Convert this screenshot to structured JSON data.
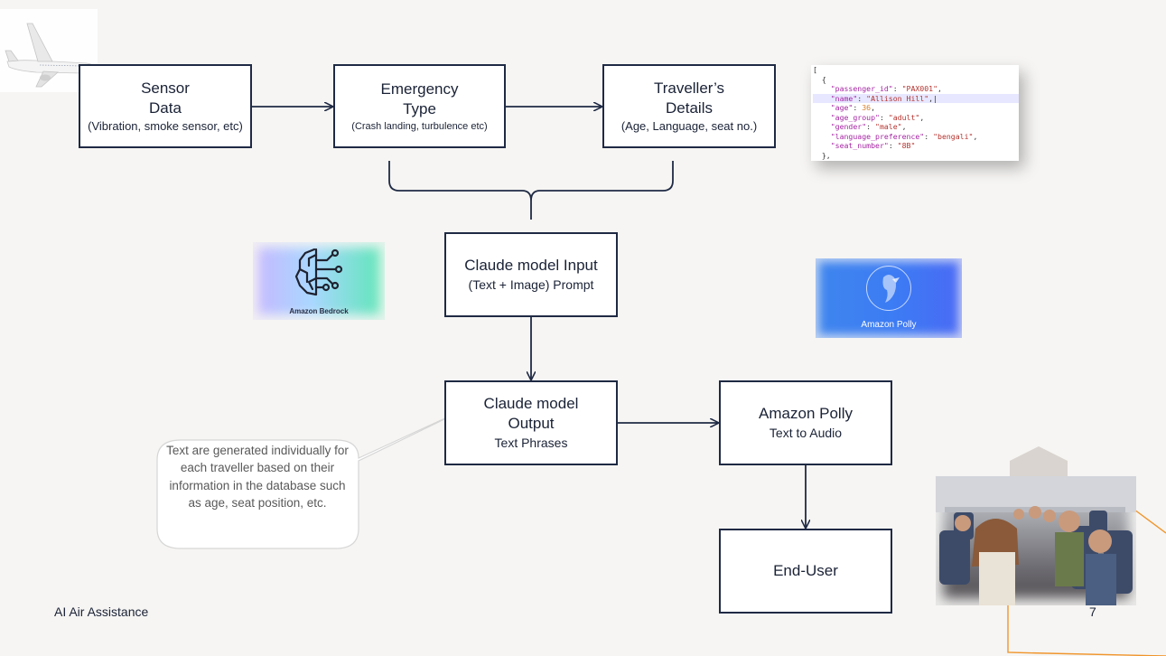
{
  "nodes": {
    "sensor": {
      "line1": "Sensor",
      "line2": "Data",
      "detail": "(Vibration, smoke sensor, etc)"
    },
    "emergency": {
      "line1": "Emergency",
      "line2": "Type",
      "detail": "(Crash landing, turbulence etc)"
    },
    "traveller": {
      "line1": "Traveller’s",
      "line2": "Details",
      "detail": "(Age, Language, seat no.)"
    },
    "claude_input": {
      "line1": "Claude model Input",
      "detail": "(Text + Image) Prompt"
    },
    "claude_output": {
      "line1": "Claude model",
      "line2": "Output",
      "detail": "Text Phrases"
    },
    "polly": {
      "line1": "Amazon Polly",
      "detail": "Text to Audio"
    },
    "end_user": {
      "line1": "End-User"
    }
  },
  "callout": {
    "text": "Text are generated individually for each traveller based on their information in the database such as age, seat position, etc."
  },
  "json_snippet": {
    "open_bracket": "[",
    "open_brace": "  {",
    "fields": [
      {
        "key": "\"passenger_id\"",
        "value": "\"PAX001\"",
        "value_type": "string"
      },
      {
        "key": "\"name\"",
        "value": "\"Allison Hill\"",
        "value_type": "string"
      },
      {
        "key": "\"age\"",
        "value": "36",
        "value_type": "number"
      },
      {
        "key": "\"age_group\"",
        "value": "\"adult\"",
        "value_type": "string"
      },
      {
        "key": "\"gender\"",
        "value": "\"male\"",
        "value_type": "string"
      },
      {
        "key": "\"language_preference\"",
        "value": "\"bengali\"",
        "value_type": "string"
      },
      {
        "key": "\"seat_number\"",
        "value": "\"8B\"",
        "value_type": "string"
      }
    ],
    "close_brace": "  },"
  },
  "logos": {
    "bedrock": "Amazon Bedrock",
    "polly": "Amazon Polly"
  },
  "footer": {
    "title": "AI Air Assistance",
    "page_number": "7"
  },
  "colors": {
    "background": "#f6f5f3",
    "box_border": "#1f2a44",
    "connector": "#1f2a44",
    "callout_text": "#595959",
    "accent_orange": "#f0952b"
  }
}
